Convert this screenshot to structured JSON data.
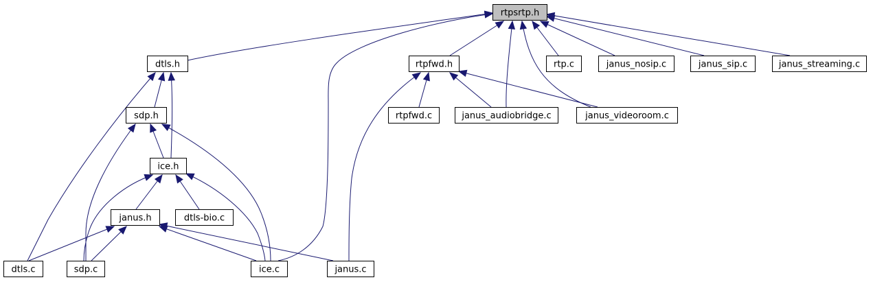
{
  "diagram": {
    "type": "include-dependency-graph",
    "colors": {
      "root_fill": "#bfbfbf",
      "node_fill": "#ffffff",
      "edge": "#191970"
    },
    "nodes": [
      {
        "id": "rtpsrtp_h",
        "label": "rtpsrtp.h",
        "root": true
      },
      {
        "id": "dtls_h",
        "label": "dtls.h"
      },
      {
        "id": "rtpfwd_h",
        "label": "rtpfwd.h"
      },
      {
        "id": "rtp_c",
        "label": "rtp.c"
      },
      {
        "id": "janus_nosip_c",
        "label": "janus_nosip.c"
      },
      {
        "id": "janus_sip_c",
        "label": "janus_sip.c"
      },
      {
        "id": "janus_streaming_c",
        "label": "janus_streaming.c"
      },
      {
        "id": "sdp_h",
        "label": "sdp.h"
      },
      {
        "id": "rtpfwd_c",
        "label": "rtpfwd.c"
      },
      {
        "id": "janus_audiobridge_c",
        "label": "janus_audiobridge.c"
      },
      {
        "id": "janus_videoroom_c",
        "label": "janus_videoroom.c"
      },
      {
        "id": "ice_h",
        "label": "ice.h"
      },
      {
        "id": "janus_h",
        "label": "janus.h"
      },
      {
        "id": "dtls_bio_c",
        "label": "dtls-bio.c"
      },
      {
        "id": "dtls_c",
        "label": "dtls.c"
      },
      {
        "id": "sdp_c",
        "label": "sdp.c"
      },
      {
        "id": "ice_c",
        "label": "ice.c"
      },
      {
        "id": "janus_c",
        "label": "janus.c"
      }
    ],
    "edges": [
      {
        "from": "rtpsrtp_h",
        "to": "dtls_h"
      },
      {
        "from": "rtpsrtp_h",
        "to": "ice_c"
      },
      {
        "from": "rtpsrtp_h",
        "to": "rtpfwd_h"
      },
      {
        "from": "rtpsrtp_h",
        "to": "janus_audiobridge_c"
      },
      {
        "from": "rtpsrtp_h",
        "to": "janus_videoroom_c"
      },
      {
        "from": "rtpsrtp_h",
        "to": "rtp_c"
      },
      {
        "from": "rtpsrtp_h",
        "to": "janus_nosip_c"
      },
      {
        "from": "rtpsrtp_h",
        "to": "janus_sip_c"
      },
      {
        "from": "rtpsrtp_h",
        "to": "janus_streaming_c"
      },
      {
        "from": "dtls_h",
        "to": "sdp_h"
      },
      {
        "from": "dtls_h",
        "to": "ice_h"
      },
      {
        "from": "dtls_h",
        "to": "dtls_c"
      },
      {
        "from": "sdp_h",
        "to": "ice_h"
      },
      {
        "from": "sdp_h",
        "to": "sdp_c"
      },
      {
        "from": "sdp_h",
        "to": "ice_c"
      },
      {
        "from": "ice_h",
        "to": "janus_h"
      },
      {
        "from": "ice_h",
        "to": "dtls_bio_c"
      },
      {
        "from": "ice_h",
        "to": "sdp_c"
      },
      {
        "from": "ice_h",
        "to": "ice_c"
      },
      {
        "from": "janus_h",
        "to": "dtls_c"
      },
      {
        "from": "janus_h",
        "to": "sdp_c"
      },
      {
        "from": "janus_h",
        "to": "ice_c"
      },
      {
        "from": "janus_h",
        "to": "janus_c"
      },
      {
        "from": "rtpfwd_h",
        "to": "rtpfwd_c"
      },
      {
        "from": "rtpfwd_h",
        "to": "janus_audiobridge_c"
      },
      {
        "from": "rtpfwd_h",
        "to": "janus_videoroom_c"
      },
      {
        "from": "rtpfwd_h",
        "to": "janus_c"
      }
    ]
  }
}
